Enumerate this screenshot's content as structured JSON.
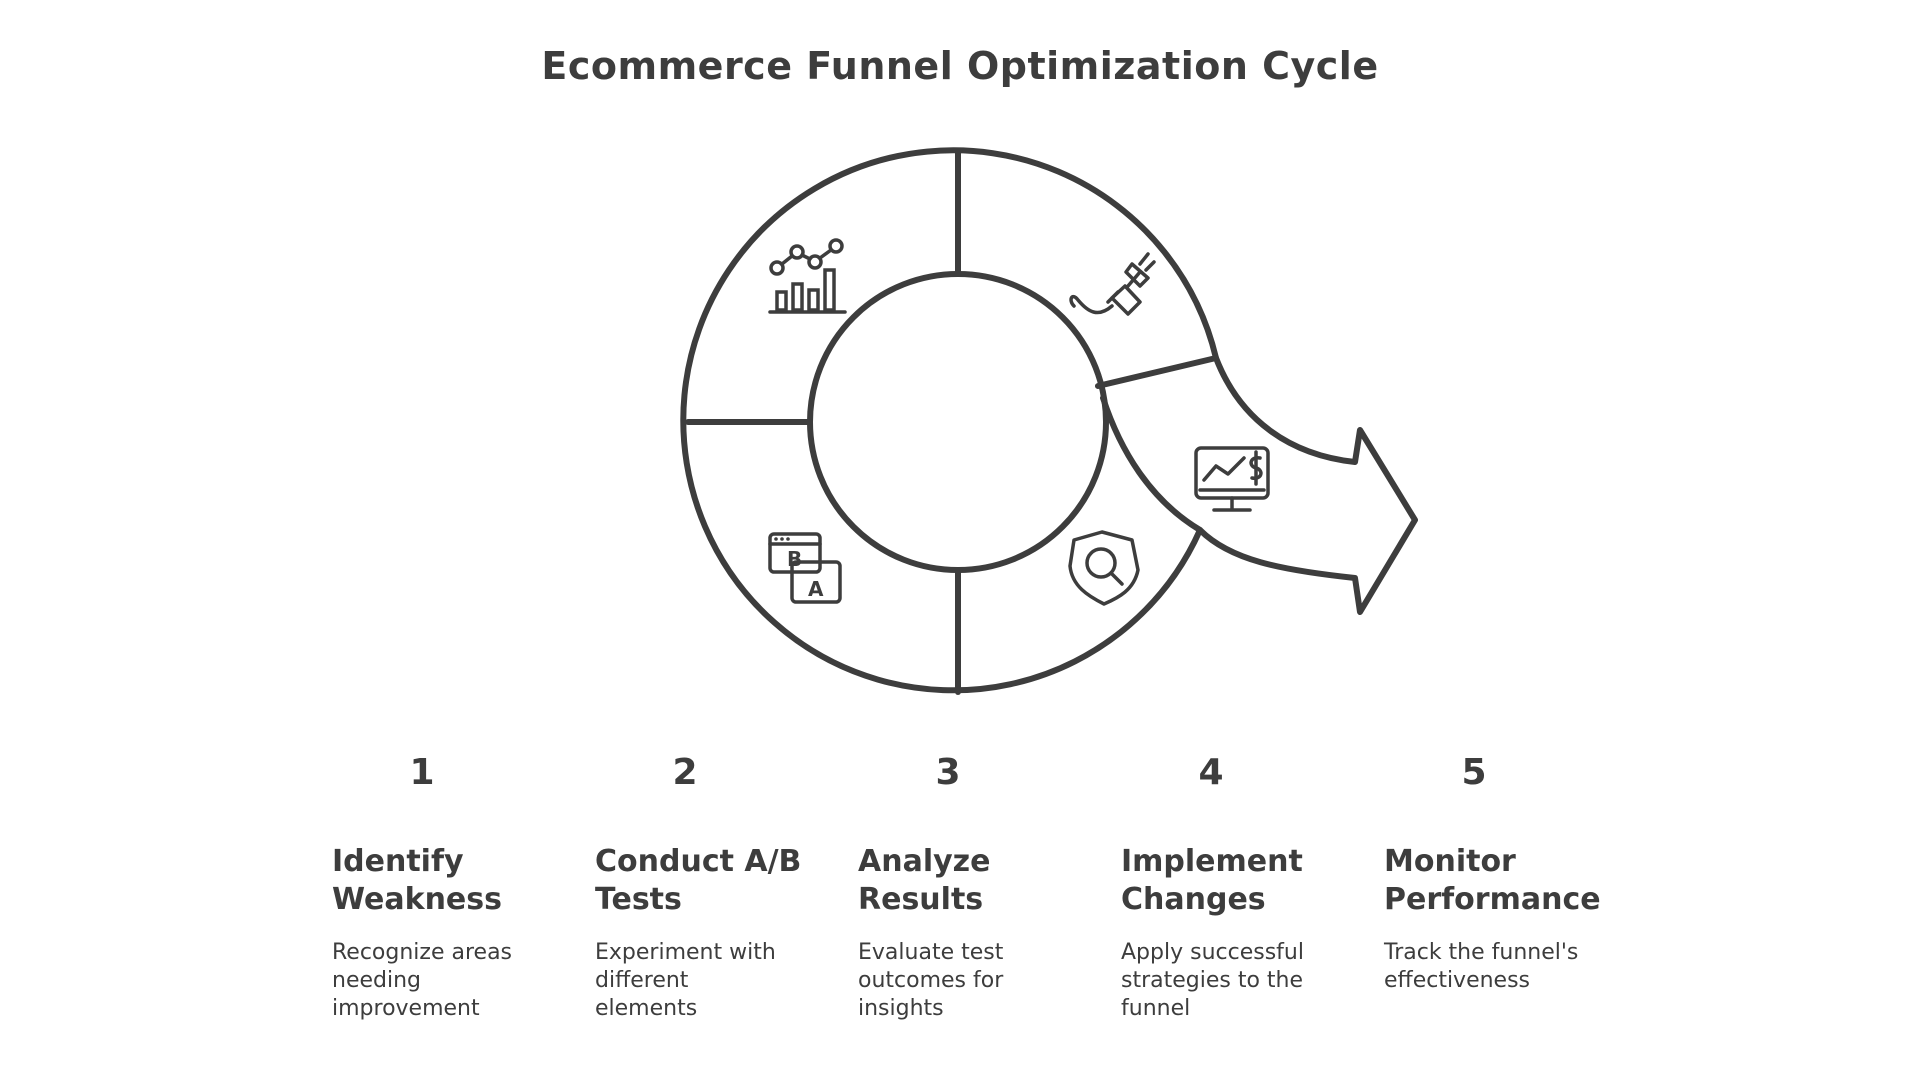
{
  "title": "Ecommerce Funnel Optimization Cycle",
  "cycle_icons": [
    "chart-analytics-icon",
    "plug-icon",
    "monitor-dollar-icon",
    "shield-search-icon",
    "ab-test-icon"
  ],
  "steps": [
    {
      "number": "1",
      "title": "Identify Weakness",
      "description": "Recognize areas needing improvement"
    },
    {
      "number": "2",
      "title": "Conduct A/B Tests",
      "description": "Experiment with different elements"
    },
    {
      "number": "3",
      "title": "Analyze Results",
      "description": "Evaluate test outcomes for insights"
    },
    {
      "number": "4",
      "title": "Implement Changes",
      "description": "Apply successful strategies to the funnel"
    },
    {
      "number": "5",
      "title": "Monitor Performance",
      "description": "Track the funnel's effectiveness"
    }
  ],
  "colors": {
    "stroke": "#3d3d3d",
    "background": "#ffffff"
  }
}
